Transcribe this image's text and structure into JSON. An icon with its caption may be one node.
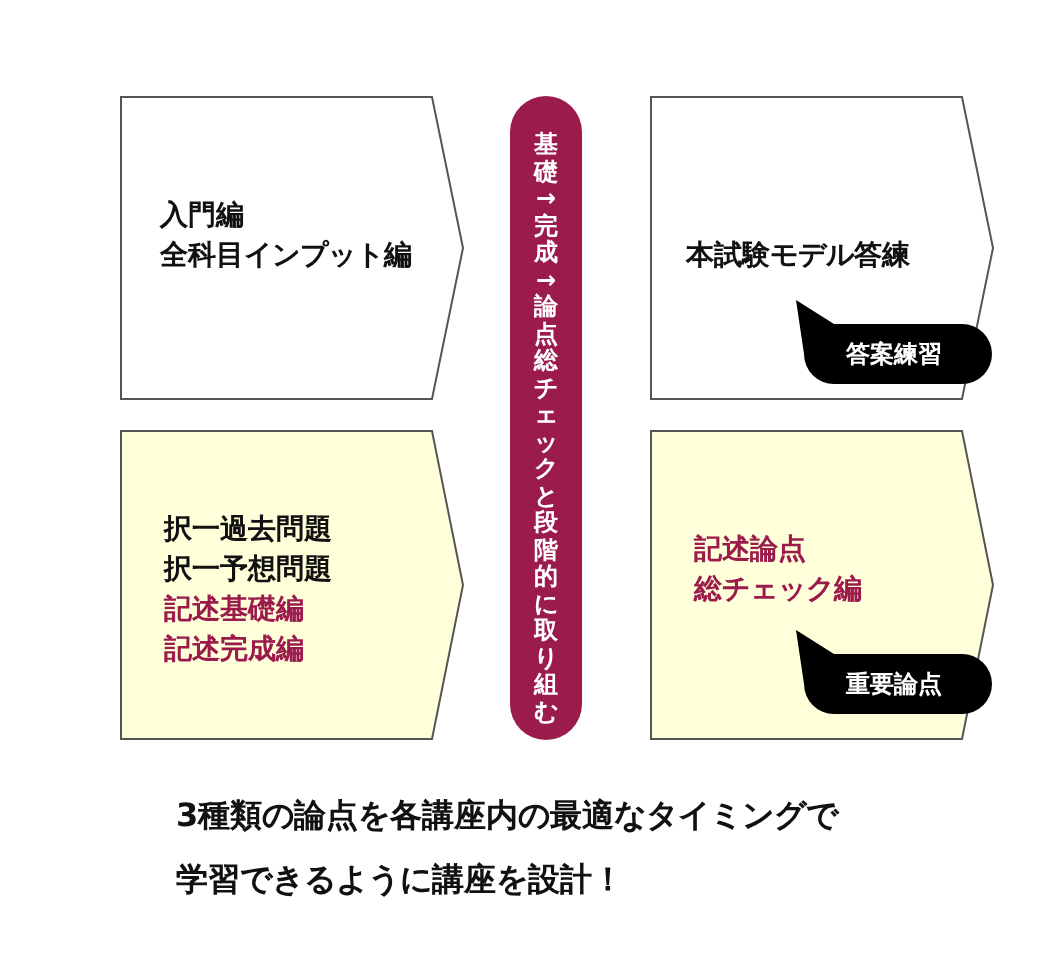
{
  "diagram": {
    "nodes": [
      {
        "text": [
          "入門編",
          "全科目インプット編"
        ]
      },
      {
        "text": [
          "基礎→完成→論点総チェックと段階的に取り組む"
        ]
      },
      {
        "text": [
          "本試験モデル答練"
        ]
      },
      {
        "text": [
          "答案練習"
        ],
        "in": 2
      },
      {
        "text": [
          "択一過去問題",
          "択一予想問題",
          "記述基礎編",
          "記述完成編"
        ]
      },
      {
        "text": [
          "記述論点",
          "総チェック編"
        ]
      },
      {
        "text": [
          "重要論点"
        ],
        "in": 5
      }
    ],
    "edges": [],
    "labels": [
      "3種類の論点を各講座内の最適なタイミングで",
      "学習できるように講座を設計！"
    ]
  }
}
